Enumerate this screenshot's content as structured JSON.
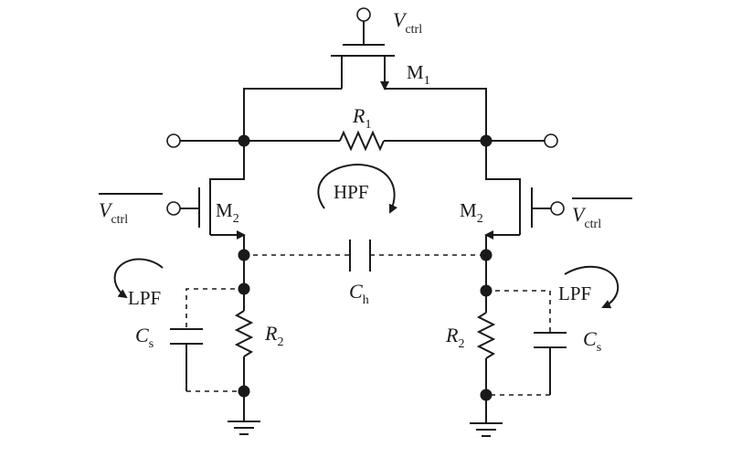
{
  "labels": {
    "vctrl_top_main": "V",
    "vctrl_top_sub": "ctrl",
    "m1_main": "M",
    "m1_sub": "1",
    "r1_main": "R",
    "r1_sub": "1",
    "hpf": "HPF",
    "m2_left_main": "M",
    "m2_left_sub": "2",
    "m2_right_main": "M",
    "m2_right_sub": "2",
    "vctrl_left_main": "V",
    "vctrl_left_sub": "ctrl",
    "vctrl_right_main": "V",
    "vctrl_right_sub": "ctrl",
    "ch_main": "C",
    "ch_sub": "h",
    "lpf_left": "LPF",
    "lpf_right": "LPF",
    "cs_left_main": "C",
    "cs_left_sub": "s",
    "cs_right_main": "C",
    "cs_right_sub": "s",
    "r2_left_main": "R",
    "r2_left_sub": "2",
    "r2_right_main": "R",
    "r2_right_sub": "2"
  }
}
